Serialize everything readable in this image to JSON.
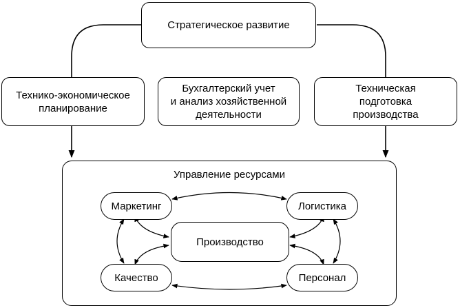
{
  "top": {
    "label": "Стратегическое развитие"
  },
  "middle": {
    "left": {
      "label": "Технико-экономическое\nпланирование"
    },
    "center": {
      "label": "Бухгалтерский учет\nи анализ хозяйственной\nдеятельности"
    },
    "right": {
      "label": "Техническая\nподготовка\nпроизводства"
    }
  },
  "resources": {
    "title": "Управление ресурсами",
    "marketing": "Маркетинг",
    "logistics": "Логистика",
    "production": "Производство",
    "quality": "Качество",
    "personnel": "Персонал"
  }
}
